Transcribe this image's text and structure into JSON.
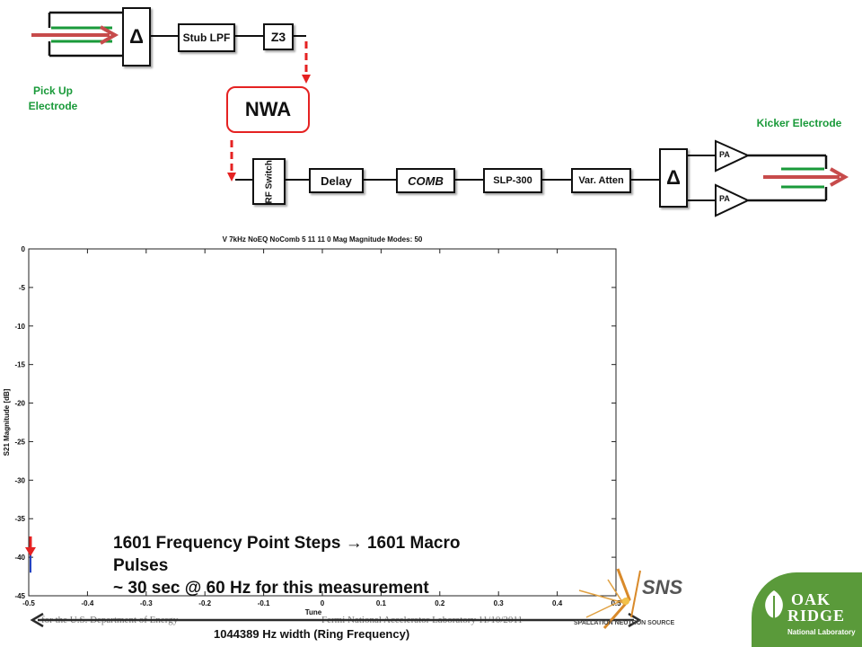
{
  "diagram": {
    "delta_symbol": "Δ",
    "stub_lpf": "Stub LPF",
    "z3": "Z3",
    "nwa": "NWA",
    "pickup_label": "Pick Up Electrode",
    "kicker_label": "Kicker Electrode",
    "rf_switch": "RF Switch",
    "delay": "Delay",
    "comb": "COMB",
    "slp300": "SLP-300",
    "var_atten": "Var. Atten",
    "pa": "PA"
  },
  "chart_data": {
    "type": "line",
    "title": "V 7kHz NoEQ NoComb 5 11 11 0 Mag Magnitude Modes: 50",
    "xlabel": "Tune",
    "ylabel": "S21 Magnitude [dB]",
    "xlim": [
      -0.5,
      0.5
    ],
    "ylim": [
      -45,
      0
    ],
    "xticks": [
      "-0.5",
      "-0.4",
      "-0.3",
      "-0.2",
      "-0.1",
      "0",
      "0.1",
      "0.2",
      "0.3",
      "0.4",
      "0.5"
    ],
    "yticks": [
      "0",
      "-5",
      "-10",
      "-15",
      "-20",
      "-25",
      "-30",
      "-35",
      "-40",
      "-45"
    ],
    "marker_x": -0.497,
    "marker_y": [
      -38,
      -42
    ]
  },
  "annotation": {
    "line1": "1601 Frequency Point Steps  →  1601 Macro",
    "line2": "Pulses",
    "line3": "~ 30 sec @ 60 Hz for this measurement"
  },
  "width_label": "1044389 Hz width (Ring Frequency)",
  "footer": {
    "left": "for the U.S. Department of Energy",
    "center": "Fermi National Accelerator Laboratory 11/10/2011"
  },
  "logos": {
    "sns": "SNS",
    "sns_sub": "SPALLATION NEUTRON SOURCE",
    "ornl_oak": "OAK",
    "ornl_ridge": "RIDGE",
    "ornl_sub": "National Laboratory"
  }
}
